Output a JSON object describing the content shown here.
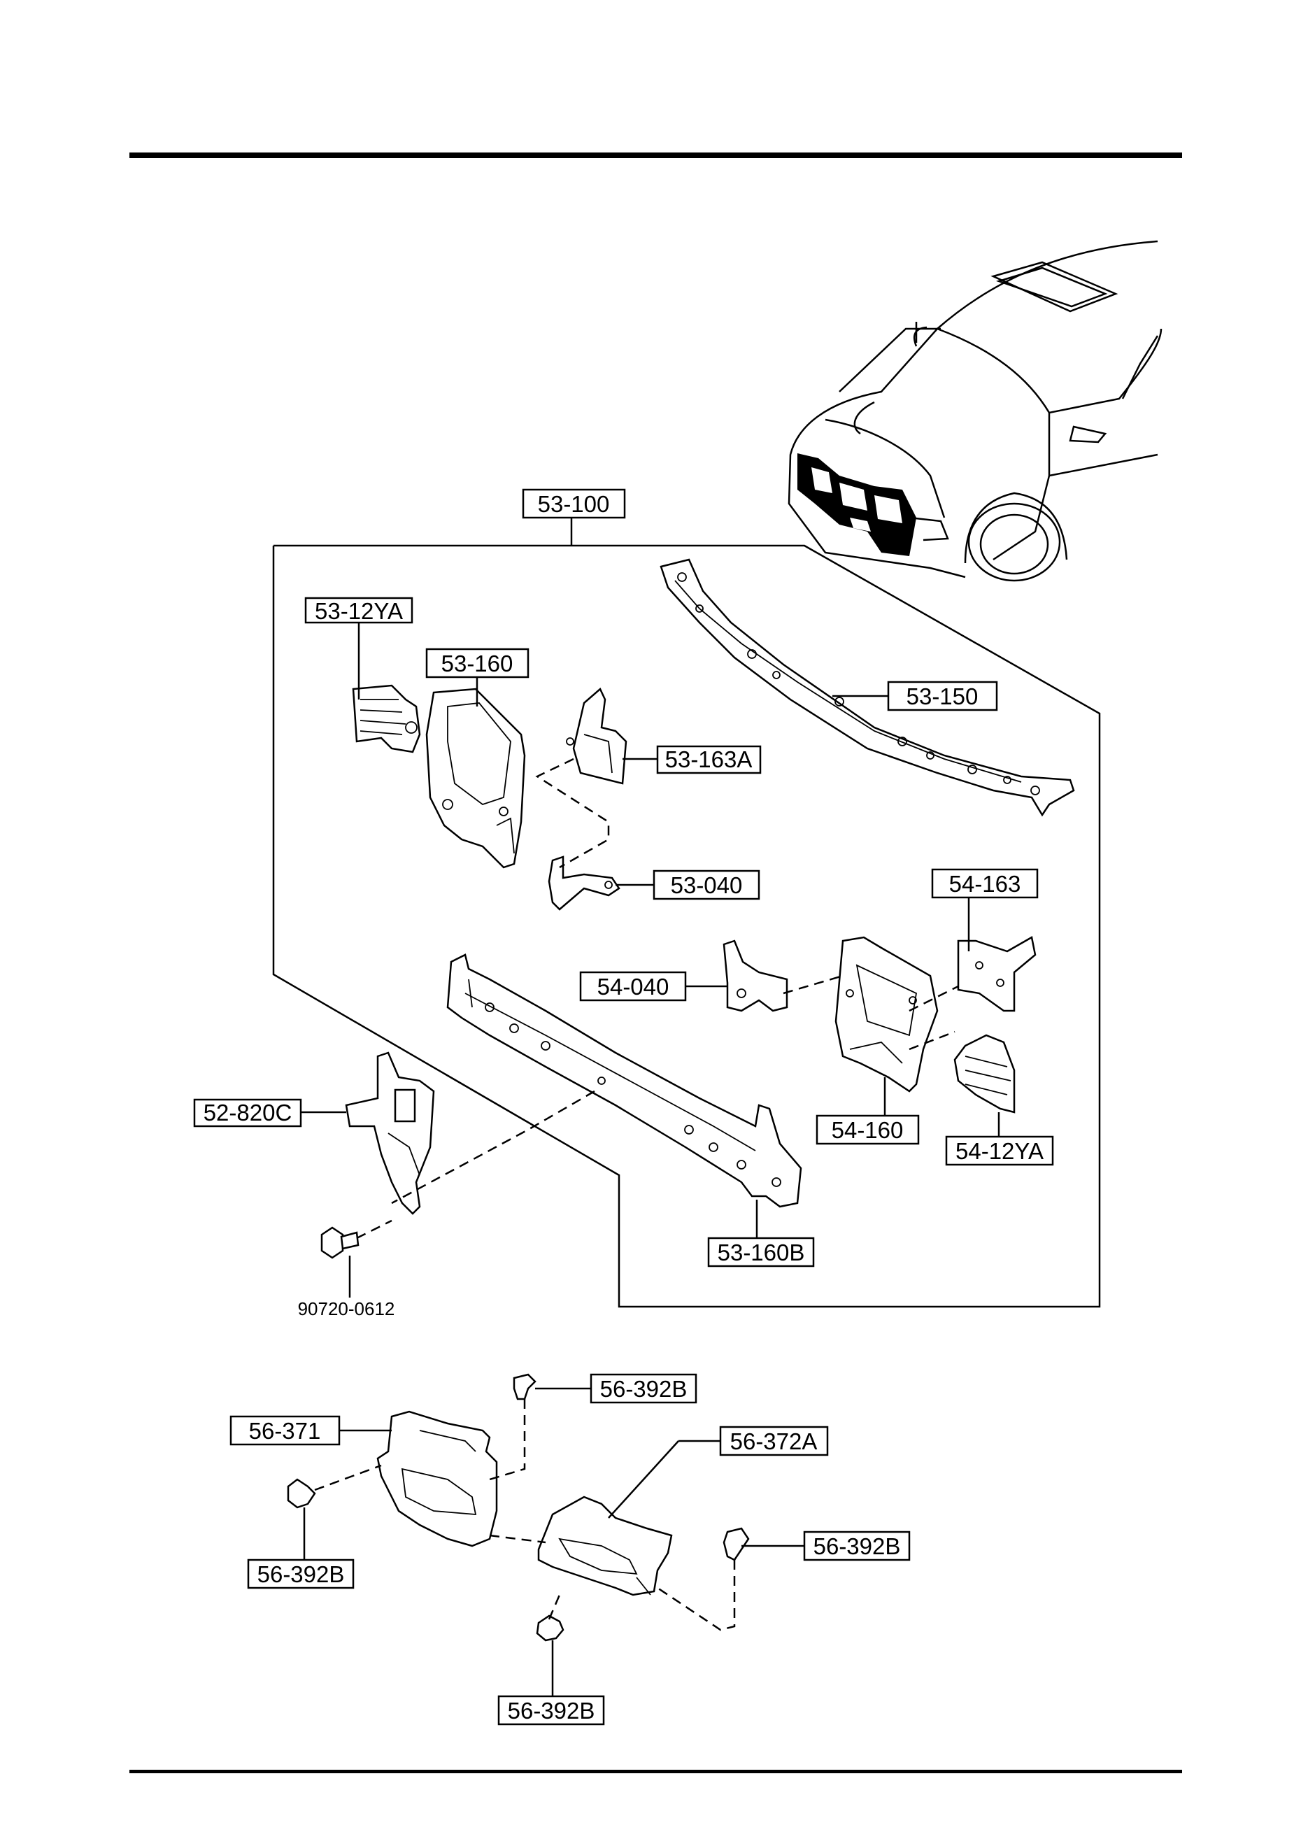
{
  "labels": {
    "p53_100": "53-100",
    "p53_12YA": "53-12YA",
    "p53_160": "53-160",
    "p53_150": "53-150",
    "p53_163A": "53-163A",
    "p53_040": "53-040",
    "p54_163": "54-163",
    "p54_040": "54-040",
    "p52_820C": "52-820C",
    "p54_160": "54-160",
    "p54_12YA": "54-12YA",
    "p53_160B": "53-160B",
    "p90720_0612": "90720-0612",
    "p56_392B_a": "56-392B",
    "p56_371": "56-371",
    "p56_372A": "56-372A",
    "p56_392B_b": "56-392B",
    "p56_392B_c": "56-392B",
    "p56_392B_d": "56-392B"
  },
  "colors": {
    "ink": "#000000",
    "paper": "#ffffff"
  }
}
